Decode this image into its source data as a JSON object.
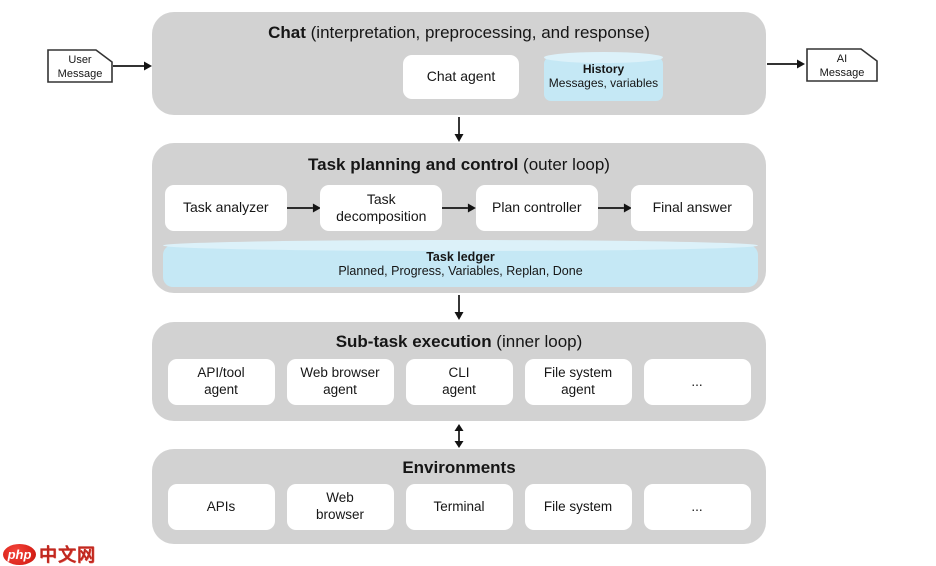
{
  "colors": {
    "section_bg": "#d2d2d2",
    "box_bg": "#ffffff",
    "store_bg": "#c5e8f5",
    "store_top": "#dcf1f9",
    "text": "#161616",
    "arrow": "#141414",
    "watermark_red": "#c0281f"
  },
  "user_message": {
    "label": "User\nMessage"
  },
  "ai_message": {
    "label": "AI\nMessage"
  },
  "chat": {
    "title_bold": "Chat",
    "title_rest": " (interpretation, preprocessing, and response)",
    "agent_label": "Chat agent",
    "history": {
      "title": "History",
      "subtitle": "Messages, variables"
    }
  },
  "planning": {
    "title_bold": "Task planning and control",
    "title_rest": " (outer loop)",
    "boxes": [
      "Task analyzer",
      "Task\ndecomposition",
      "Plan controller",
      "Final answer"
    ],
    "ledger": {
      "title": "Task ledger",
      "subtitle": "Planned, Progress, Variables, Replan, Done"
    }
  },
  "subtask": {
    "title_bold": "Sub-task execution",
    "title_rest": " (inner loop)",
    "boxes": [
      "API/tool\nagent",
      "Web browser\nagent",
      "CLI\nagent",
      "File system\nagent",
      "..."
    ]
  },
  "environments": {
    "title_bold": "Environments",
    "title_rest": "",
    "boxes": [
      "APIs",
      "Web\nbrowser",
      "Terminal",
      "File system",
      "..."
    ]
  },
  "watermark": {
    "badge": "php",
    "text": "中文网"
  }
}
